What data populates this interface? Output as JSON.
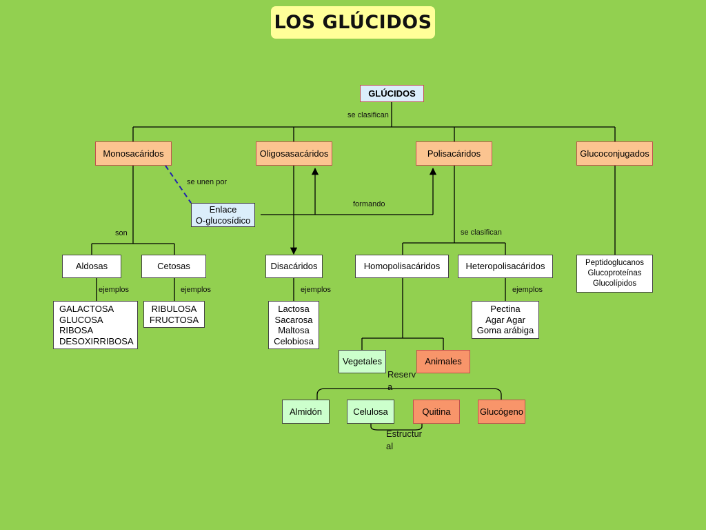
{
  "title": "LOS GLÚCIDOS",
  "nodes": {
    "root": "GLÚCIDOS",
    "monosacaridos": "Monosacáridos",
    "oligosacaridos": "Oligosasacáridos",
    "polisacaridos": "Polisacáridos",
    "glucoconjugados": "Glucoconjugados",
    "enlace": "Enlace\nO-glucosídico",
    "aldosas": "Aldosas",
    "cetosas": "Cetosas",
    "disacaridos": "Disacáridos",
    "homopolisacaridos": "Homopolisacáridos",
    "heteropolisacaridos": "Heteropolisacáridos",
    "glucoconjugados_list": "Peptidoglucanos\nGlucoproteínas\nGlucolípidos",
    "aldosas_list": "GALACTOSA\nGLUCOSA\nRIBOSA\nDESOXIRRIBOSA",
    "cetosas_list": "RIBULOSA\nFRUCTOSA",
    "disacaridos_list": "Lactosa\nSacarosa\nMaltosa\nCelobiosa",
    "heteropolisacaridos_list": "Pectina\nAgar Agar\nGoma arábiga",
    "vegetales": "Vegetales",
    "animales": "Animales",
    "almidon": "Almidón",
    "celulosa": "Celulosa",
    "quitina": "Quitina",
    "glucogeno": "Glucógeno"
  },
  "labels": {
    "se_clasifican_1": "se clasifican",
    "se_unen_por": "se unen por",
    "formando": "formando",
    "son": "son",
    "se_clasifican_2": "se  clasifican",
    "ejemplos_aldosas": "ejemplos",
    "ejemplos_cetosas": "ejemplos",
    "ejemplos_disacaridos": "ejemplos",
    "ejemplos_hetero": "ejemplos",
    "reserva": "Reserv\na",
    "estructural": "Estructur\nal"
  },
  "colors": {
    "background": "#92d050",
    "title_bg": "#ffff99",
    "peach": "#fbc490",
    "light_blue": "#dbeefb",
    "light_green": "#ccffcc",
    "salmon": "#f8956a",
    "dashed_link": "#1f1fb0"
  }
}
